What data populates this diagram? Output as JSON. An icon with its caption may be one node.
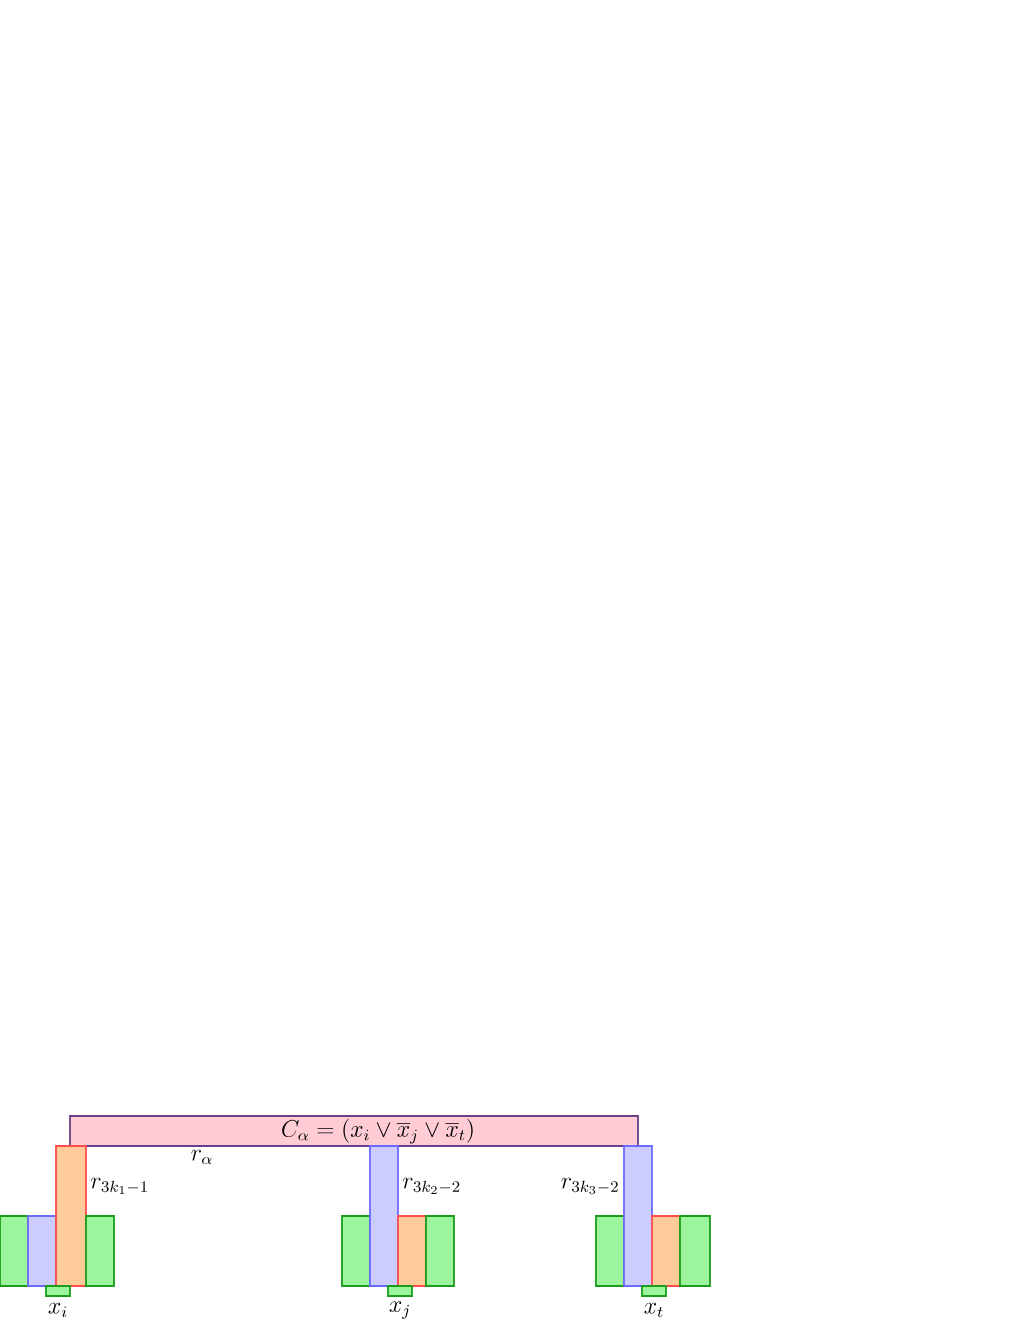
{
  "diagram": {
    "nodes": [
      {
        "text": [
          "C_\\alpha = (x_i \\vee \\overline{x}_j \\vee \\overline{x}_t)"
        ],
        "beside": [
          "r_\\alpha"
        ]
      },
      {
        "text": [],
        "shape": "box"
      },
      {
        "text": [],
        "shape": "box"
      },
      {
        "text": [],
        "shape": "box",
        "beside": [
          "r_{3k_1-1}"
        ]
      },
      {
        "text": [],
        "shape": "box"
      },
      {
        "text": [],
        "shape": "box",
        "beside": [
          "x_i"
        ]
      },
      {
        "text": [],
        "shape": "box"
      },
      {
        "text": [],
        "shape": "box",
        "beside": [
          "r_{3k_2-2}"
        ]
      },
      {
        "text": [],
        "shape": "box"
      },
      {
        "text": [],
        "shape": "box"
      },
      {
        "text": [],
        "shape": "box",
        "beside": [
          "x_j"
        ]
      },
      {
        "text": [],
        "shape": "box"
      },
      {
        "text": [],
        "shape": "box",
        "beside": [
          "r_{3k_3-2}"
        ]
      },
      {
        "text": [],
        "shape": "box"
      },
      {
        "text": [],
        "shape": "box"
      },
      {
        "text": [],
        "shape": "box",
        "beside": [
          "x_t"
        ]
      }
    ]
  }
}
